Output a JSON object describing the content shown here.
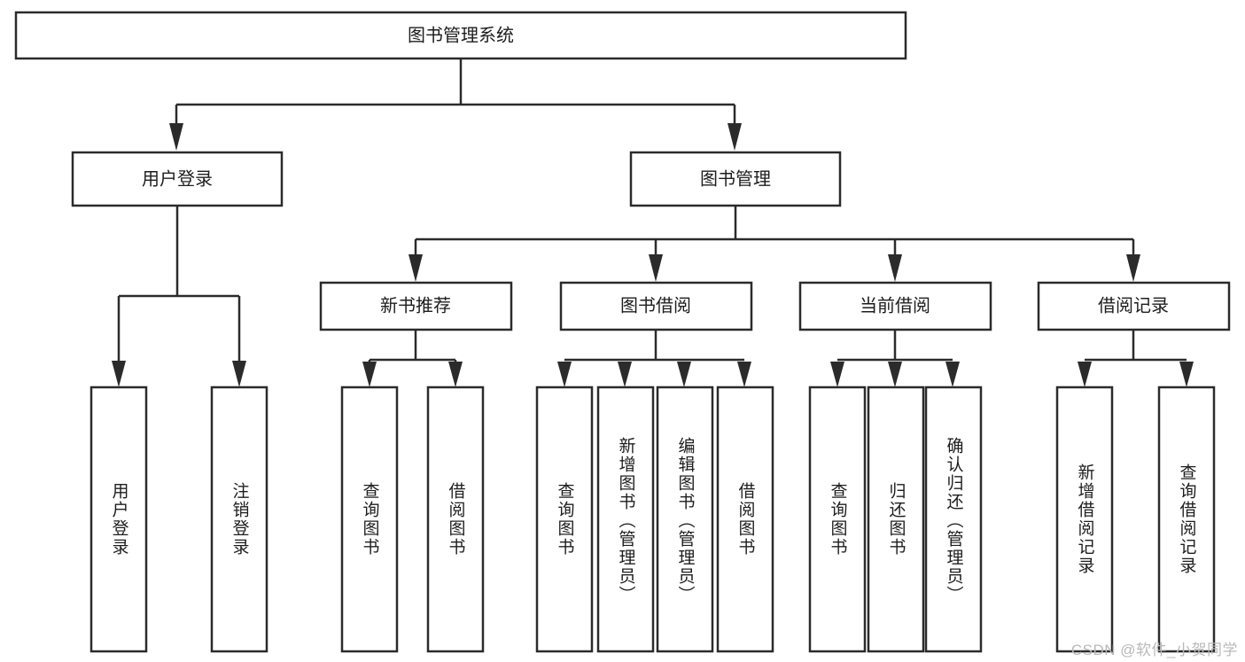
{
  "diagram": {
    "title": "图书管理系统",
    "type": "tree-hierarchy-chart",
    "watermark": "CSDN @软件_小贺同学",
    "colors": {
      "stroke": "#2b2b2b",
      "fill": "#ffffff",
      "text": "#1d1d1d",
      "watermark": "#b9b9b9"
    },
    "levels": {
      "root": {
        "label": "图书管理系统"
      },
      "level2": [
        {
          "label": "用户登录"
        },
        {
          "label": "图书管理"
        }
      ],
      "level3": [
        {
          "label": "新书推荐"
        },
        {
          "label": "图书借阅"
        },
        {
          "label": "当前借阅"
        },
        {
          "label": "借阅记录"
        }
      ]
    },
    "leaves": {
      "user_login": [
        {
          "label": "用户登录"
        },
        {
          "label": "注销登录"
        }
      ],
      "new_book_recommend": [
        {
          "label": "查询图书"
        },
        {
          "label": "借阅图书"
        }
      ],
      "book_borrow": [
        {
          "label": "查询图书"
        },
        {
          "label": "新增图书（管理员）"
        },
        {
          "label": "编辑图书（管理员）"
        },
        {
          "label": "借阅图书"
        }
      ],
      "current_borrow": [
        {
          "label": "查询图书"
        },
        {
          "label": "归还图书"
        },
        {
          "label": "确认归还（管理员）"
        }
      ],
      "borrow_record": [
        {
          "label": "新增借阅记录"
        },
        {
          "label": "查询借阅记录"
        }
      ]
    }
  }
}
